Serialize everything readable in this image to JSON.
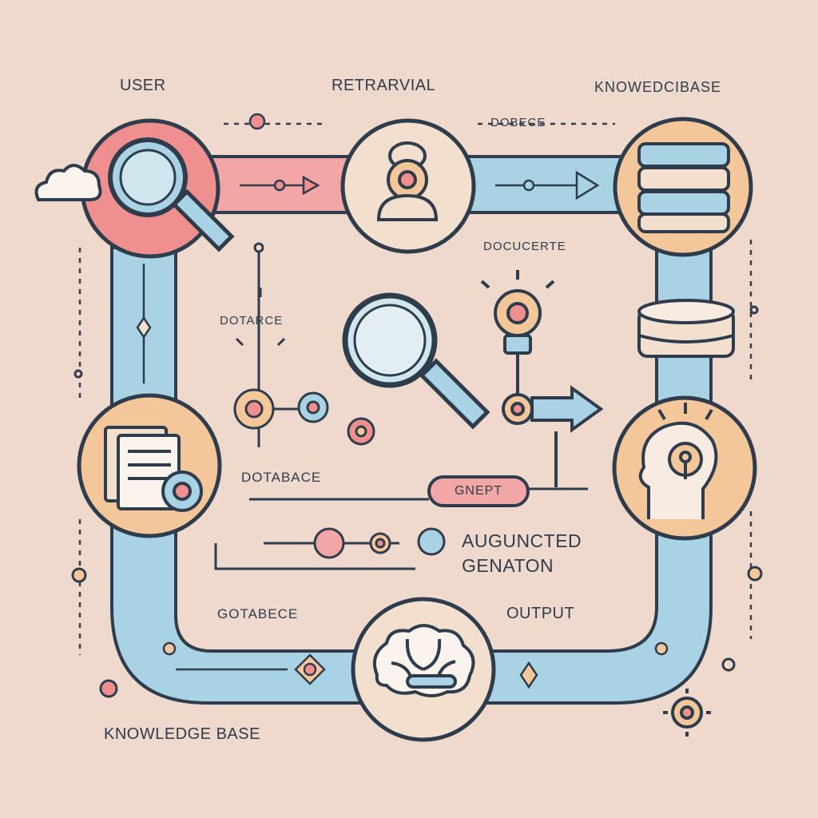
{
  "labels": {
    "user": "USER",
    "retrieval": "RETRARVIAL",
    "knowledge_top": "KNOWEDCIBASE",
    "dobece": "DOBECE",
    "documente": "DOCUCERTE",
    "dotarce": "DOTARCE",
    "dotabace": "DOTABACE",
    "gnept": "GNEPT",
    "augmented_line1": "AUGUNCTED",
    "augmented_line2": "GENATON",
    "gotabece": "GOTABECE",
    "output": "OUTPUT",
    "knowledge_bottom": "KNOWLEDGE BASE"
  },
  "colors": {
    "background": "#efd9cc",
    "outline": "#2e3c4c",
    "pipe_blue": "#a9d3e4",
    "pipe_pink": "#f2a6a6",
    "node_cream": "#f2dfcd",
    "node_peach": "#f4c79b",
    "node_pink": "#f08f8f"
  },
  "icons": [
    "search-icon",
    "person-icon",
    "database-icon",
    "document-stack-icon",
    "lightbulb-head-icon",
    "brain-icon",
    "cloud-icon",
    "lightbulb-icon",
    "gear-icon"
  ]
}
